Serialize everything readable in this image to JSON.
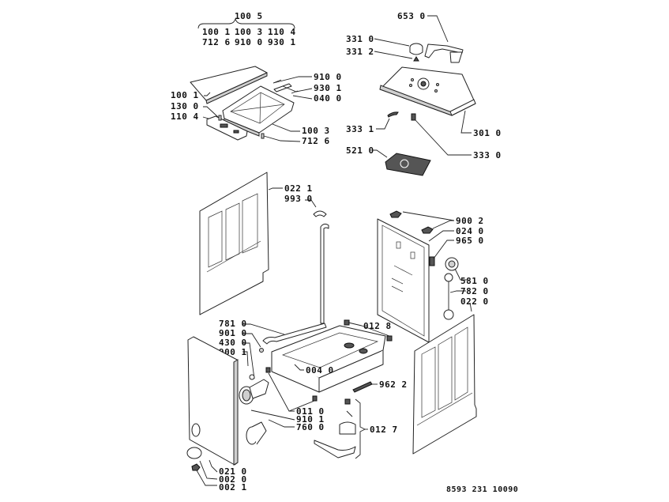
{
  "diagram": {
    "title": "Exploded parts diagram - top-loading washing machine",
    "drawing_number": "8593 231 10090",
    "colors": {
      "line": "#222222",
      "background": "#ffffff",
      "fill_dark": "#555555"
    },
    "lid_group": {
      "header": "100 5",
      "members_row1": [
        "100 1",
        "100 3",
        "110 4"
      ],
      "members_row2": [
        "712 6",
        "910 0",
        "930 1"
      ]
    },
    "callouts": {
      "c6530": "653 0",
      "c3310": "331 0",
      "c3312": "331 2",
      "c3331": "333 1",
      "c3010": "301 0",
      "c3330": "333 0",
      "c5210": "521 0",
      "c9100": "910 0",
      "c9301": "930 1",
      "c0400": "040 0",
      "c1001": "100 1",
      "c1300": "130 0",
      "c1104": "110 4",
      "c1003": "100 3",
      "c7126": "712 6",
      "c0221": "022 1",
      "c9930": "993 0",
      "c9002": "900 2",
      "c0240": "024 0",
      "c9650": "965 0",
      "c5810": "581 0",
      "c7820": "782 0",
      "c0220": "022 0",
      "c7810": "781 0",
      "c9010": "901 0",
      "c4300": "430 0",
      "c9001": "900 1",
      "c0128": "012 8",
      "c0040": "004 0",
      "c9622": "962 2",
      "c0110": "011 0",
      "c9101": "910 1",
      "c7600": "760 0",
      "c0127": "012 7",
      "c0210": "021 0",
      "c0020": "002 0",
      "c0021": "002 1"
    }
  }
}
